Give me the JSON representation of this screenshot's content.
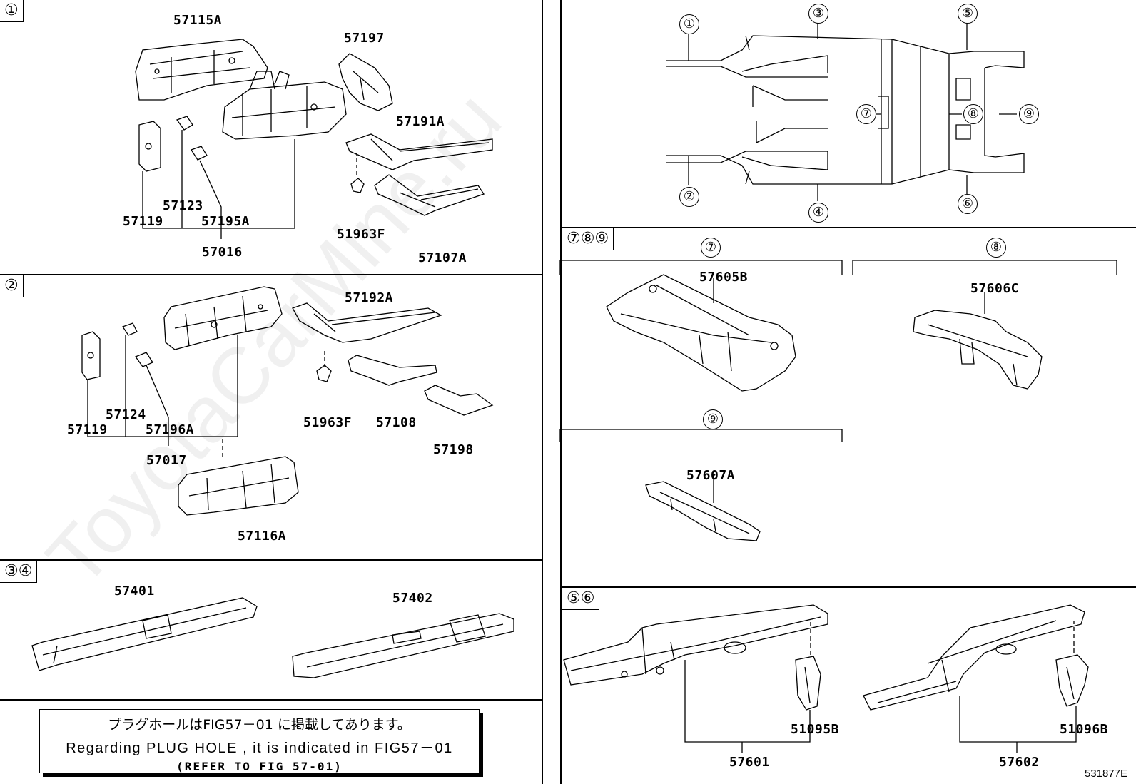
{
  "watermark": "ToyotaCarMine.ru",
  "panels": {
    "p1": {
      "tag": "①"
    },
    "p2": {
      "tag": "②"
    },
    "p34": {
      "tag": "③④"
    },
    "p789": {
      "tag": "⑦⑧⑨",
      "sub7": "⑦",
      "sub8": "⑧",
      "sub9": "⑨"
    },
    "p56": {
      "tag": "⑤⑥"
    }
  },
  "overview": {
    "callouts": [
      "①",
      "②",
      "③",
      "④",
      "⑤",
      "⑥",
      "⑦",
      "⑧",
      "⑨"
    ]
  },
  "parts": {
    "p57115A": "57115A",
    "p57197": "57197",
    "p57191A": "57191A",
    "p57123": "57123",
    "p57119a": "57119",
    "p57195A": "57195A",
    "p57016": "57016",
    "p51963Fa": "51963F",
    "p57107A": "57107A",
    "p57192A": "57192A",
    "p57124": "57124",
    "p57119b": "57119",
    "p57196A": "57196A",
    "p51963Fb": "51963F",
    "p57108": "57108",
    "p57017": "57017",
    "p57198": "57198",
    "p57116A": "57116A",
    "p57401": "57401",
    "p57402": "57402",
    "p57605B": "57605B",
    "p57606C": "57606C",
    "p57607A": "57607A",
    "p51095B": "51095B",
    "p51096B": "51096B",
    "p57601": "57601",
    "p57602": "57602"
  },
  "note": {
    "japanese": "プラグホールはFIG57－01 に掲載してあります。",
    "english": "Regarding PLUG HOLE , it is indicated in FIG57－01",
    "reference": "(REFER TO FIG 57-01)"
  },
  "figure_code": "531877E"
}
